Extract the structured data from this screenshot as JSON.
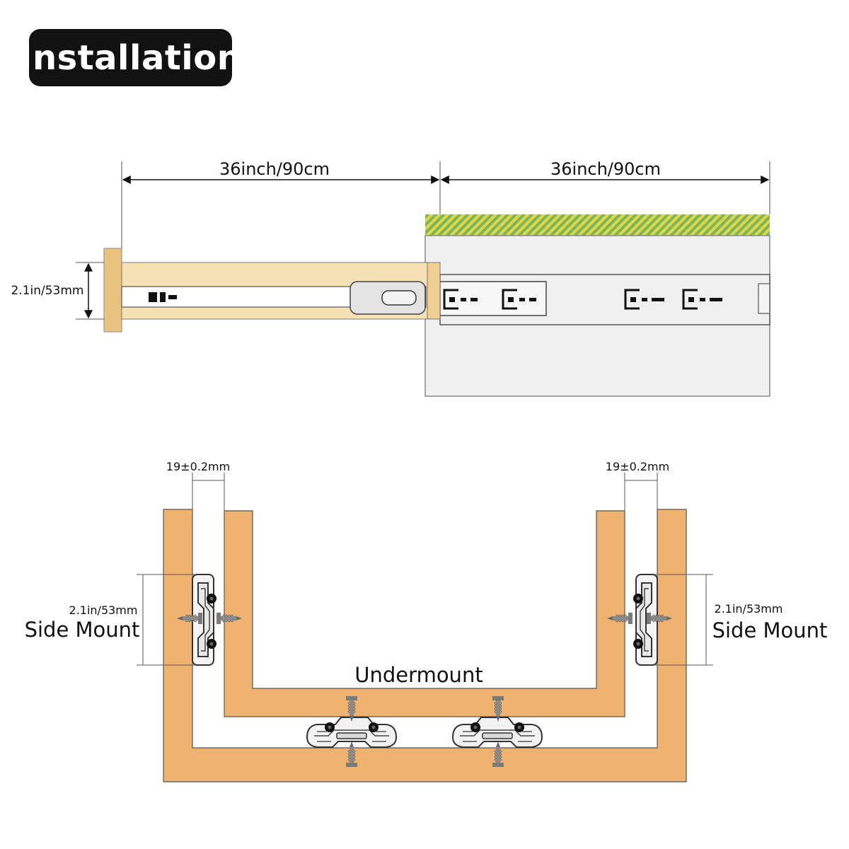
{
  "title": "Installation",
  "top_view": {
    "closed_length_label": "36inch/90cm",
    "extension_length_label": "36inch/90cm",
    "height_label": "2.1in/53mm"
  },
  "cross_section": {
    "left_gap_label": "19±0.2mm",
    "right_gap_label": "19±0.2mm",
    "left_height_label": "2.1in/53mm",
    "right_height_label": "2.1in/53mm",
    "left_mount_label": "Side Mount",
    "right_mount_label": "Side Mount",
    "bottom_mount_label": "Undermount"
  },
  "colors": {
    "cabinet_wood": "#f0b26f",
    "drawer_rail": "#f6e1b4",
    "drawer_front": "#eac27f",
    "countertop_green": "#79b75f",
    "countertop_yellow": "#e3d746",
    "cabinet_panel": "#eff0ef"
  }
}
